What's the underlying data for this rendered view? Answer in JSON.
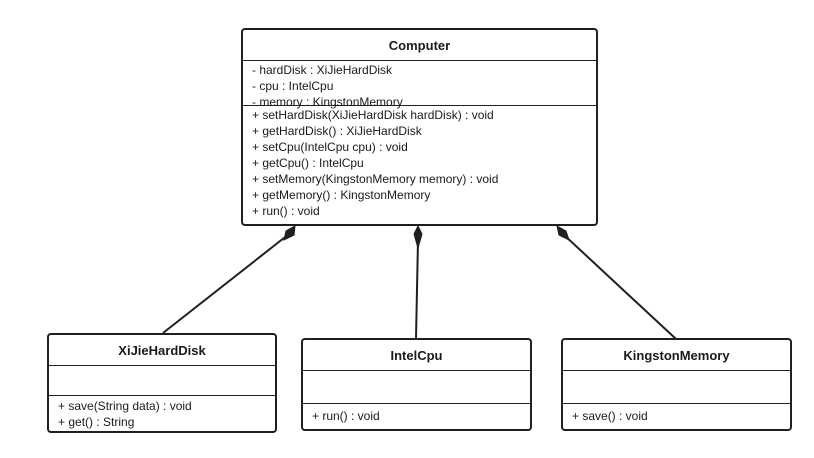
{
  "computer": {
    "name": "Computer",
    "attributes": [
      "- hardDisk : XiJieHardDisk",
      "- cpu : IntelCpu",
      "- memory : KingstonMemory"
    ],
    "operations": [
      "+ setHardDisk(XiJieHardDisk hardDisk) : void",
      "+ getHardDisk() : XiJieHardDisk",
      "+ setCpu(IntelCpu cpu) : void",
      "+ getCpu() : IntelCpu",
      "+ setMemory(KingstonMemory memory) : void",
      "+ getMemory() : KingstonMemory",
      "+ run() : void"
    ]
  },
  "harddisk": {
    "name": "XiJieHardDisk",
    "attributes": [],
    "operations": [
      "+ save(String data) : void",
      "+ get() : String"
    ]
  },
  "cpu": {
    "name": "IntelCpu",
    "attributes": [],
    "operations": [
      "+ run() : void"
    ]
  },
  "memory": {
    "name": "KingstonMemory",
    "attributes": [],
    "operations": [
      "+ save() : void"
    ]
  }
}
